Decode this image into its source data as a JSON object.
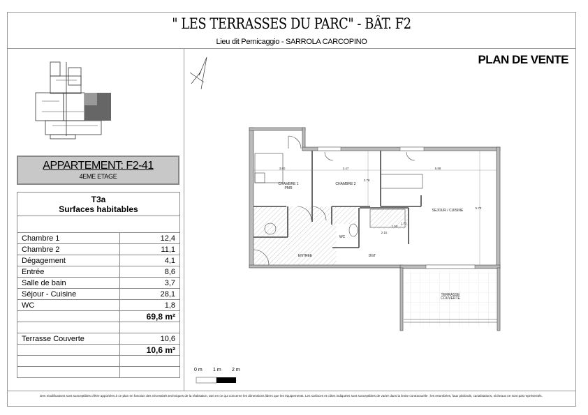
{
  "header": {
    "title": "\" LES TERRASSES DU PARC\" - BÂT. F2",
    "subtitle": "Lieu dit Pernicaggio - SARROLA CARCOPINO",
    "plan_label": "PLAN DE VENTE"
  },
  "apartment": {
    "title": "APPARTEMENT: F2-41",
    "floor": "4EME ETAGE"
  },
  "surfaces": {
    "type": "T3a",
    "heading": "Surfaces habitables",
    "rooms": [
      {
        "name": "Chambre 1",
        "area": "12,4"
      },
      {
        "name": "Chambre 2",
        "area": "11,1"
      },
      {
        "name": "Dégagement",
        "area": "4,1"
      },
      {
        "name": "Entrée",
        "area": "8,6"
      },
      {
        "name": "Salle de bain",
        "area": "3,7"
      },
      {
        "name": "Séjour - Cuisine",
        "area": "28,1"
      },
      {
        "name": "WC",
        "area": "1,8"
      }
    ],
    "total_habitable": "69,8 m²",
    "annex": [
      {
        "name": "Terrasse Couverte",
        "area": "10,6"
      }
    ],
    "total_annex": "10,6 m²"
  },
  "plan": {
    "rooms": {
      "chambre1": "CHAMBRE 1",
      "chambre1_sub": "PMR",
      "chambre2": "CHAMBRE 2",
      "sejour": "SEJOUR / CUISINE",
      "wc": "WC",
      "entree": "ENTREE",
      "dgt": "DGT",
      "terrasse1": "TERRASSE",
      "terrasse2": "COUVERTE"
    },
    "dims": {
      "d1": "3.80",
      "d2": "3.47",
      "d3": "5.88",
      "d4": "3.78",
      "d5": "5.73",
      "d6": "2.15",
      "d7": "1.73",
      "d8": "1.50"
    }
  },
  "scale": {
    "s0": "0 m",
    "s1": "1 m",
    "s2": "2 m"
  },
  "footer": {
    "note": "Des modifications sont susceptibles d'être apportées à ce plan en fonction des nécessités techniques de la réalisation, tant en ce qui concerne les dimensions libres que les équipements. Les surfaces et côtes indiquées sont susceptibles de varier dans la limite contractuelle ; les retombées, faux plafonds, canalisations, nicheaux ne sont pas représentés."
  }
}
